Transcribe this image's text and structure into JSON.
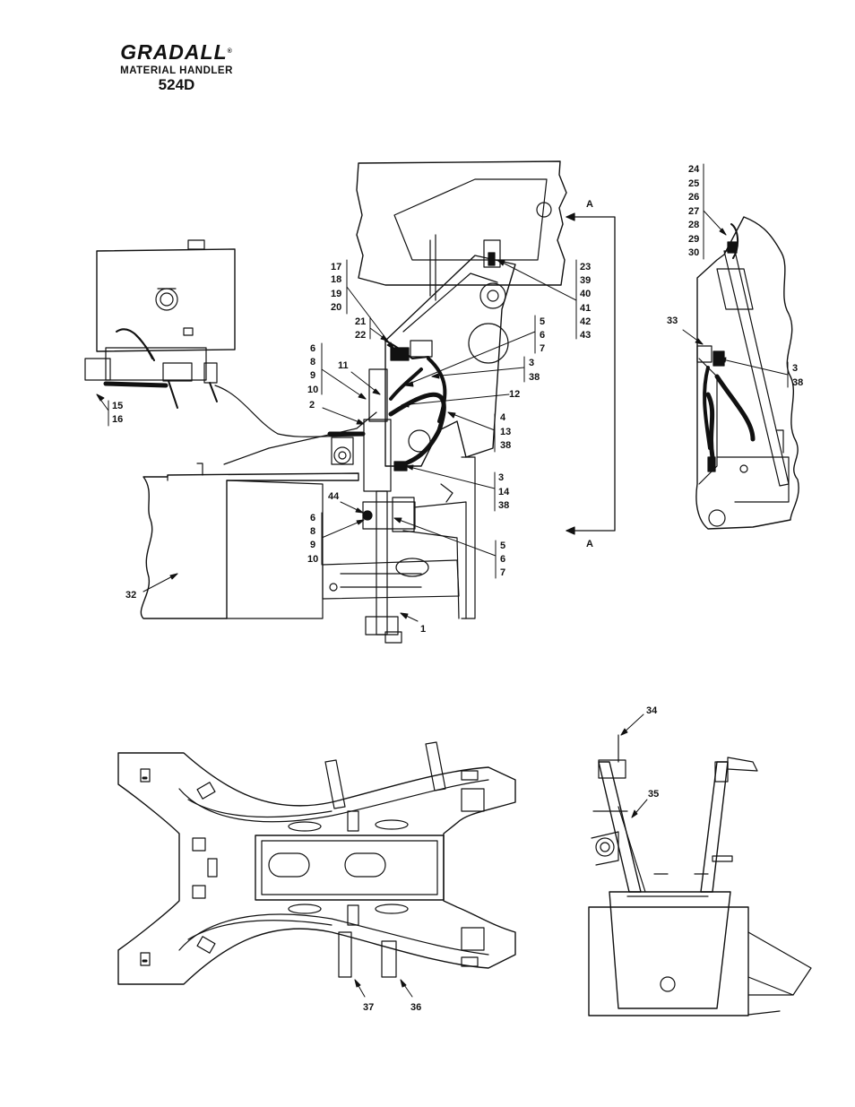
{
  "brand": {
    "logo": "GRADALL",
    "registered_mark": "®",
    "subtitle": "MATERIAL HANDLER",
    "model": "524D"
  },
  "section_marker": "A",
  "callouts": {
    "c1": "1",
    "c2": "2",
    "c11": "11",
    "c12": "12",
    "c32": "32",
    "c33": "33",
    "c34": "34",
    "c35": "35",
    "c36": "36",
    "c37": "37",
    "c44": "44",
    "g15": [
      "15",
      "16"
    ],
    "g17": [
      "17",
      "18",
      "19",
      "20"
    ],
    "g21": [
      "21",
      "22"
    ],
    "g6a": [
      "6",
      "8",
      "9",
      "10"
    ],
    "g6b": [
      "6",
      "8",
      "9",
      "10"
    ],
    "g5a": [
      "5",
      "6",
      "7"
    ],
    "g5b": [
      "5",
      "6",
      "7"
    ],
    "g3a": [
      "3",
      "38"
    ],
    "g3c": [
      "3",
      "38"
    ],
    "g4": [
      "4",
      "13",
      "38"
    ],
    "g14": [
      "3",
      "14",
      "38"
    ],
    "g23": [
      "23",
      "39",
      "40",
      "41",
      "42",
      "43"
    ],
    "g24": [
      "24",
      "25",
      "26",
      "27",
      "28",
      "29",
      "30"
    ]
  }
}
